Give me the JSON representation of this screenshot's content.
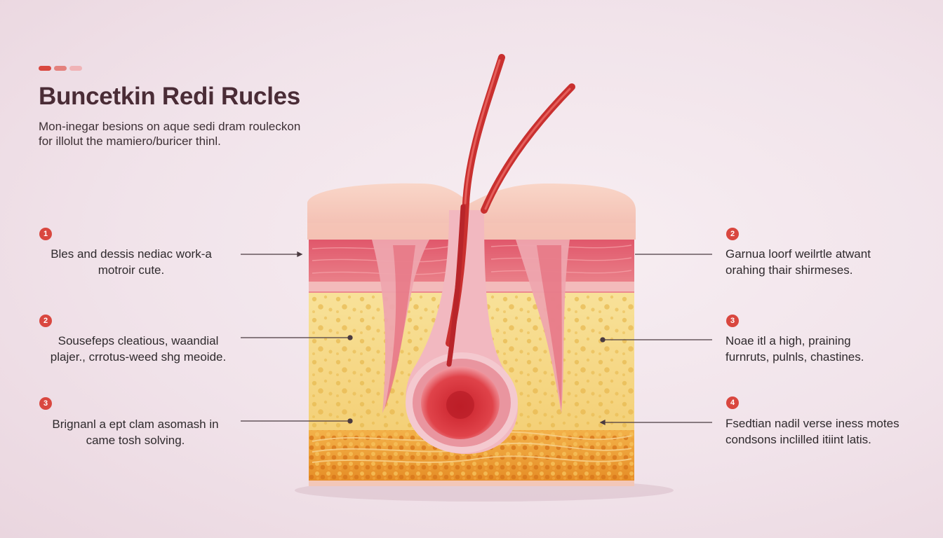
{
  "header": {
    "accent_colors": [
      "#d9473f",
      "#e4817d",
      "#f0b3b6"
    ],
    "title": "Buncetkin Redi Rucles",
    "subtitle_lines": [
      "Mon-inegar besions on aque sedi dram rouleckon",
      "for illolut the mamiero/buricer thinl."
    ]
  },
  "left_labels": [
    {
      "number": "1",
      "lines": [
        "Bles and dessis nediac work-a",
        "motroir cute."
      ]
    },
    {
      "number": "2",
      "lines": [
        "Sousefeps cleatious, waandial",
        "plajer., crrotus-weed shg meoide."
      ]
    },
    {
      "number": "3",
      "lines": [
        "Brignanl a ept clam asomash in",
        "came tosh solving."
      ]
    }
  ],
  "right_labels": [
    {
      "number": "2",
      "lines": [
        "Garnua loorf weilrtle atwant",
        "orahing thair shirmeses."
      ]
    },
    {
      "number": "3",
      "lines": [
        "Noae itl a high, praining",
        "furnruts, pulnls, chastines."
      ]
    },
    {
      "number": "4",
      "lines": [
        "Fsedtian nadil verse iness motes",
        "condsons inclilled itiint latis."
      ]
    }
  ],
  "colors": {
    "badge": "#d9473f",
    "epidermis": "#f6c9bd",
    "dermis": "#e25d6a",
    "fat": "#f7db8a",
    "base": "#eb9a2d",
    "vessel": "#c9302f"
  }
}
